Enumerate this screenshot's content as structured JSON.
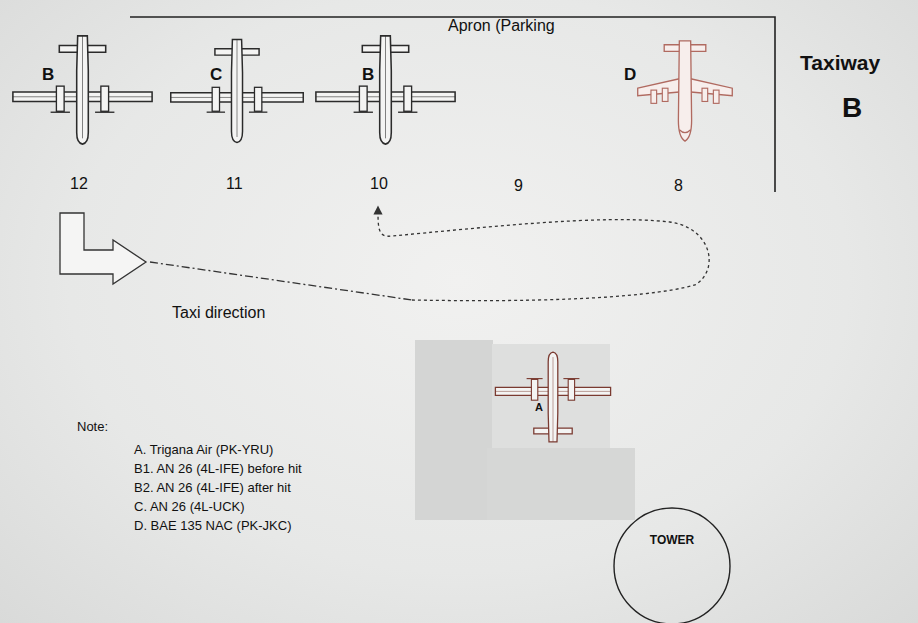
{
  "diagram": {
    "nodes": [
      {
        "text": [
          "TOWER"
        ]
      }
    ],
    "labels": [
      "Apron (Parking",
      "B",
      "C",
      "B",
      "D",
      "Taxiway",
      "B",
      "12",
      "11",
      "10",
      "9",
      "8",
      "Taxi direction",
      "A",
      "Note:",
      "A. Trigana Air (PK-YRU)",
      "B1. AN 26 (4L-IFE) before hit",
      "B2. AN 26 (4L-IFE) after hit",
      "C. AN 26 (4L-UCK)",
      "D. BAE 135 NAC (PK-JKC)"
    ]
  }
}
